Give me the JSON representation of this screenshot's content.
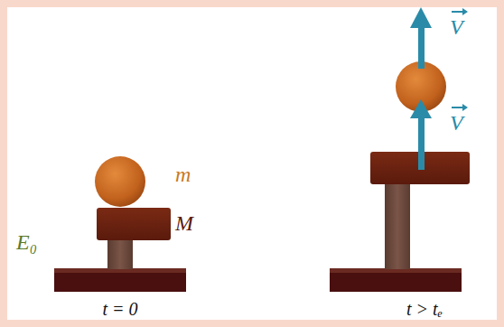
{
  "diagram": {
    "labels": [
      "m",
      "M",
      "E₀",
      "V",
      "V",
      "t = 0",
      "t > tₑ"
    ]
  }
}
